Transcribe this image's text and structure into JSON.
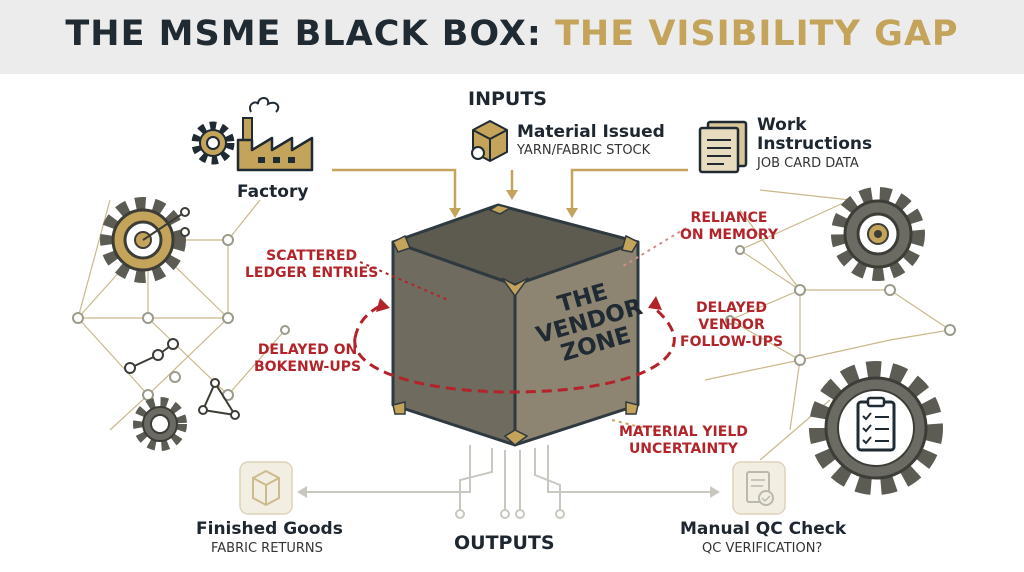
{
  "title": {
    "main": "THE MSME BLACK BOX:",
    "accent": "THE VISIBILITY GAP"
  },
  "inputs_heading": "INPUTS",
  "outputs_heading": "OUTPUTS",
  "factory": {
    "label": "Factory"
  },
  "material": {
    "label": "Material Issued",
    "sub": "YARN/FABRIC STOCK"
  },
  "work": {
    "label_line1": "Work",
    "label_line2": "Instructions",
    "sub": "JOB CARD DATA"
  },
  "box": {
    "line1": "THE",
    "line2": "VENDOR",
    "line3": "ZONE"
  },
  "issues": {
    "scattered_line1": "SCATTERED",
    "scattered_line2": "LEDGER ENTRIES",
    "delayed_on_line1": "DELAYED ON",
    "delayed_on_line2": "BOKENW-UPS",
    "reliance_line1": "RELIANCE",
    "reliance_line2": "ON MEMORY",
    "vendor_line1": "DELAYED",
    "vendor_line2": "VENDOR",
    "vendor_line3": "FOLLOW-UPS",
    "yield_line1": "MATERIAL YIELD",
    "yield_line2": "UNCERTAINTY"
  },
  "finished": {
    "label": "Finished Goods",
    "sub": "FABRIC RETURNS"
  },
  "qc": {
    "label": "Manual QC Check",
    "sub": "QC VERIFICATION?"
  },
  "colors": {
    "dark": "#1f2a33",
    "gold": "#c4a35a",
    "red": "#b3242a",
    "box": "#8d8472"
  }
}
